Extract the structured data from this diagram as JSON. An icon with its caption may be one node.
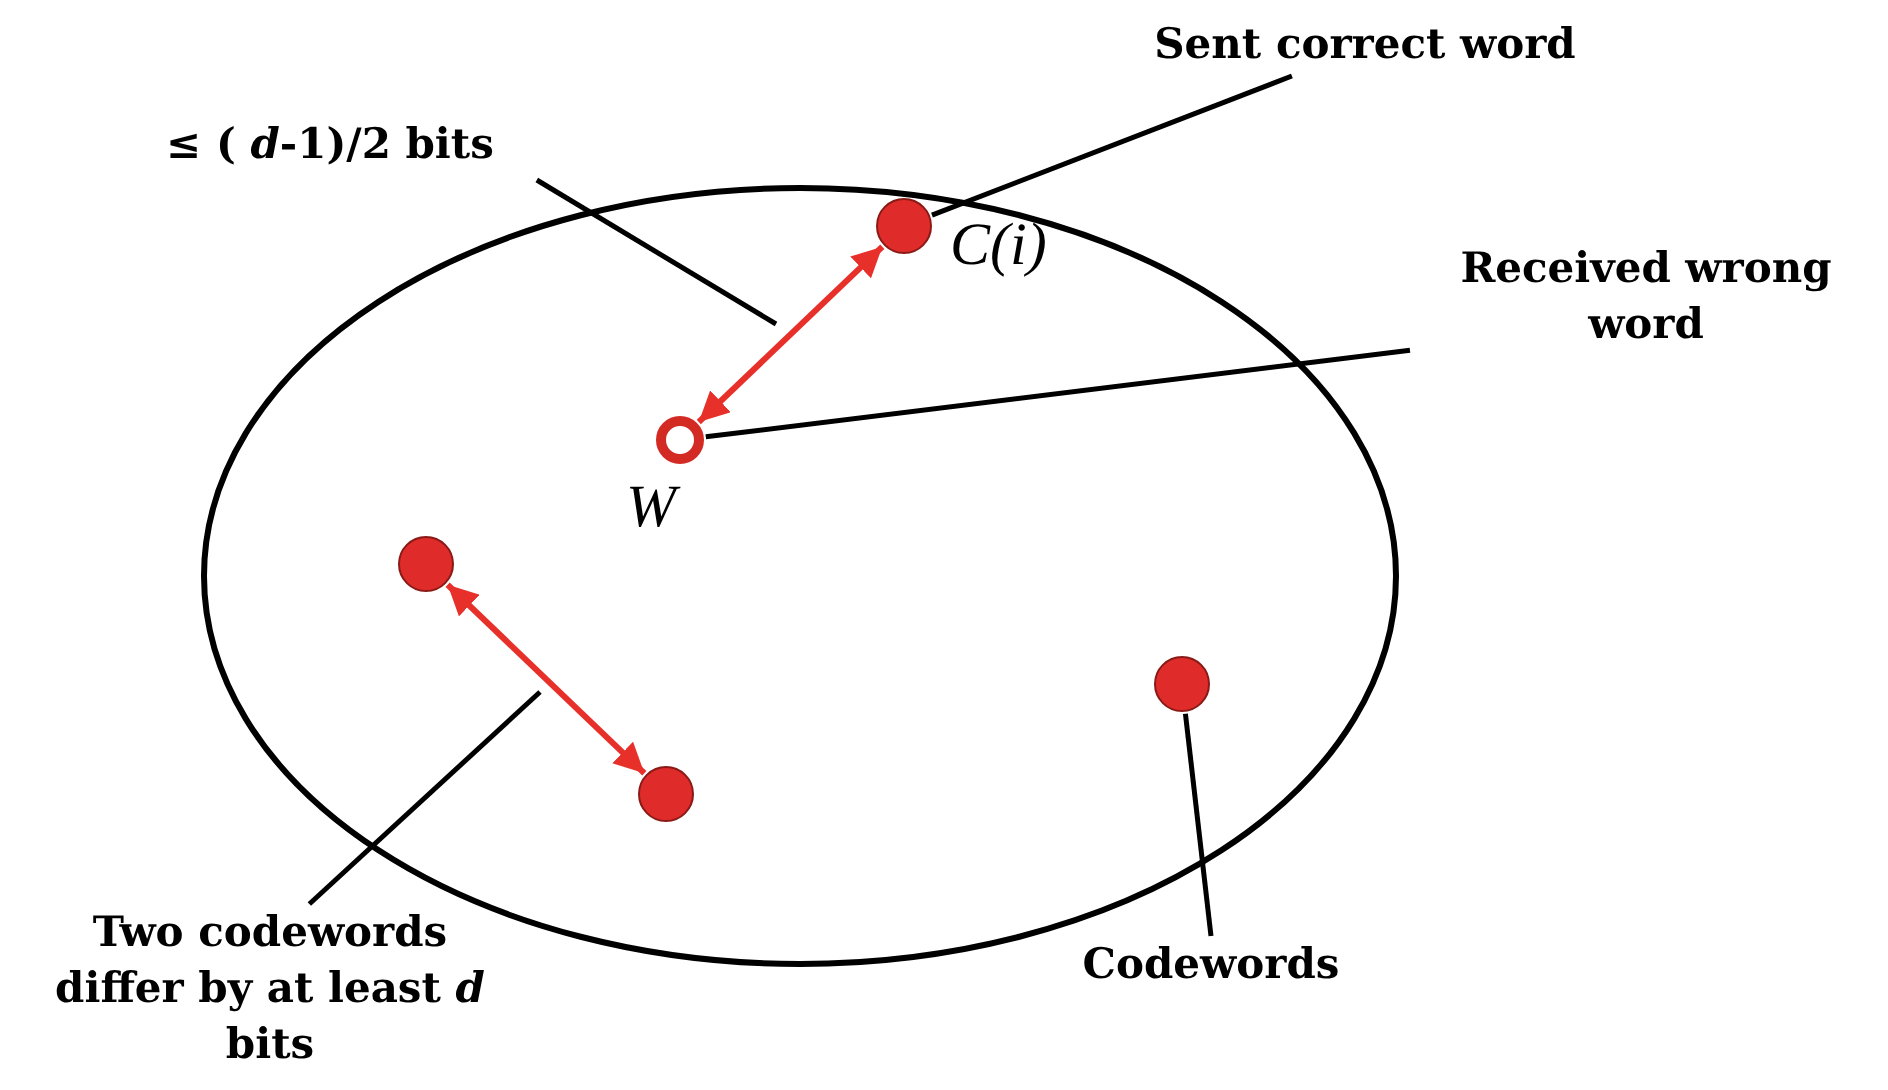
{
  "diagram": {
    "nodes": [
      {
        "text": [],
        "shape": "ellipse"
      },
      {
        "text": [],
        "shape": "circle",
        "in": 0,
        "beside": [
          "C(i)"
        ]
      },
      {
        "text": [],
        "shape": "circle",
        "in": 0,
        "beside": [
          "W"
        ]
      },
      {
        "text": [],
        "shape": "circle",
        "in": 0
      },
      {
        "text": [],
        "shape": "circle",
        "in": 0
      },
      {
        "text": [],
        "shape": "circle",
        "in": 0
      },
      {
        "text": [
          "≤ ( *d*-1)/2 bits"
        ]
      },
      {
        "text": [
          "Sent correct word"
        ]
      },
      {
        "text": [
          "Received wrong word"
        ]
      },
      {
        "text": [
          "Two codewords differ by at least *d* bits"
        ]
      },
      {
        "text": [
          "Codewords"
        ]
      }
    ],
    "edges": [
      {
        "from": 2,
        "to": 1,
        "arrow": "both",
        "color": "#e8302a"
      },
      {
        "from": 3,
        "to": 4,
        "arrow": "both",
        "color": "#e8302a"
      },
      {
        "from": 6,
        "to": null,
        "arrow": "none"
      },
      {
        "from": 7,
        "to": 1,
        "arrow": "none"
      },
      {
        "from": 8,
        "to": 2,
        "arrow": "none"
      },
      {
        "from": 9,
        "to": null,
        "arrow": "none"
      },
      {
        "from": 10,
        "to": 5,
        "arrow": "none"
      }
    ]
  }
}
